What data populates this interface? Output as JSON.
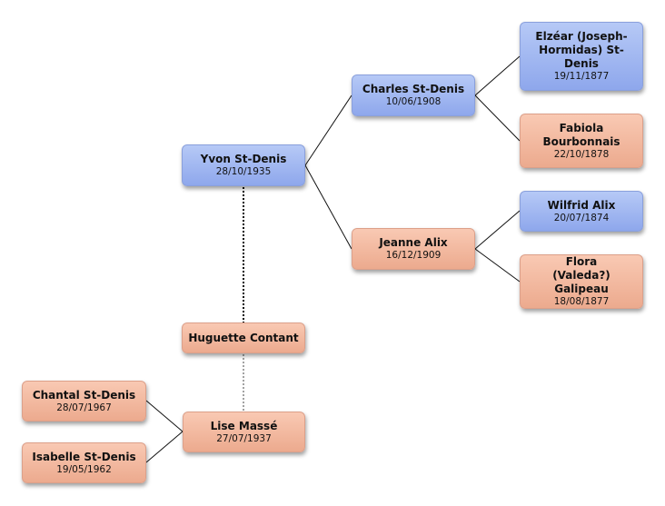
{
  "people": {
    "yvon": {
      "name": "Yvon St-Denis",
      "date": "28/10/1935"
    },
    "charles": {
      "name": "Charles St-Denis",
      "date": "10/06/1908"
    },
    "jeanne": {
      "name": "Jeanne Alix",
      "date": "16/12/1909"
    },
    "elzear": {
      "name": "Elzéar (Joseph-Hormidas) St-Denis",
      "date": "19/11/1877"
    },
    "fabiola": {
      "name": "Fabiola Bourbonnais",
      "date": "22/10/1878"
    },
    "wilfrid": {
      "name": "Wilfrid Alix",
      "date": "20/07/1874"
    },
    "flora": {
      "name": "Flora (Valeda?) Galipeau",
      "date": "18/08/1877"
    },
    "huguette": {
      "name": "Huguette Contant"
    },
    "lise": {
      "name": "Lise Massé",
      "date": "27/07/1937"
    },
    "chantal": {
      "name": "Chantal St-Denis",
      "date": "28/07/1967"
    },
    "isabelle": {
      "name": "Isabelle St-Denis",
      "date": "19/05/1962"
    }
  },
  "colors": {
    "male_top": "#b6c9f6",
    "male_bottom": "#8ea7ec",
    "female_top": "#f9c9b3",
    "female_bottom": "#ecaa8e",
    "connector": "#111111"
  }
}
